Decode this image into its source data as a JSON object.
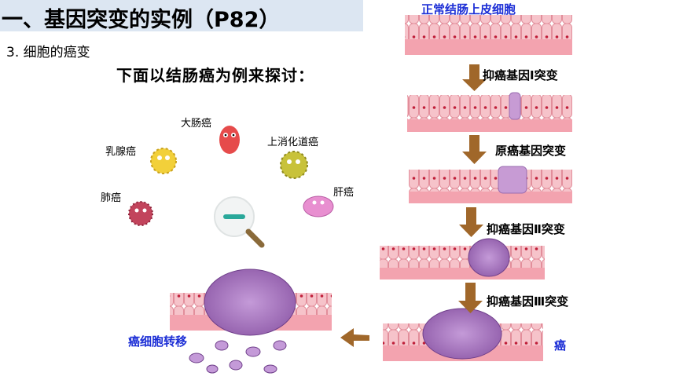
{
  "header": {
    "title": "一、基因突变的实例（P82）",
    "subtitle": "3. 细胞的癌变",
    "lead": "下面以结肠癌为例来探讨："
  },
  "germs": {
    "colon": "大肠癌",
    "breast": "乳腺癌",
    "digestive": "上消化道癌",
    "lung": "肺癌",
    "liver": "肝癌"
  },
  "pathway": {
    "top_label": "正常结肠上皮细胞",
    "step1": "抑癌基因Ⅰ突变",
    "step2": "原癌基因突变",
    "step3": "抑癌基因Ⅱ突变",
    "step4": "抑癌基因Ⅲ突变",
    "cancer": "癌",
    "metastasis": "癌细胞转移"
  },
  "colors": {
    "title_bg": "#dce6f2",
    "tissue": "#f4b4bd",
    "cell_nucleus": "#c0203a",
    "tumor": "#b07ac8",
    "arrow": "#a0672a",
    "blue_text": "#1d2fd6"
  }
}
